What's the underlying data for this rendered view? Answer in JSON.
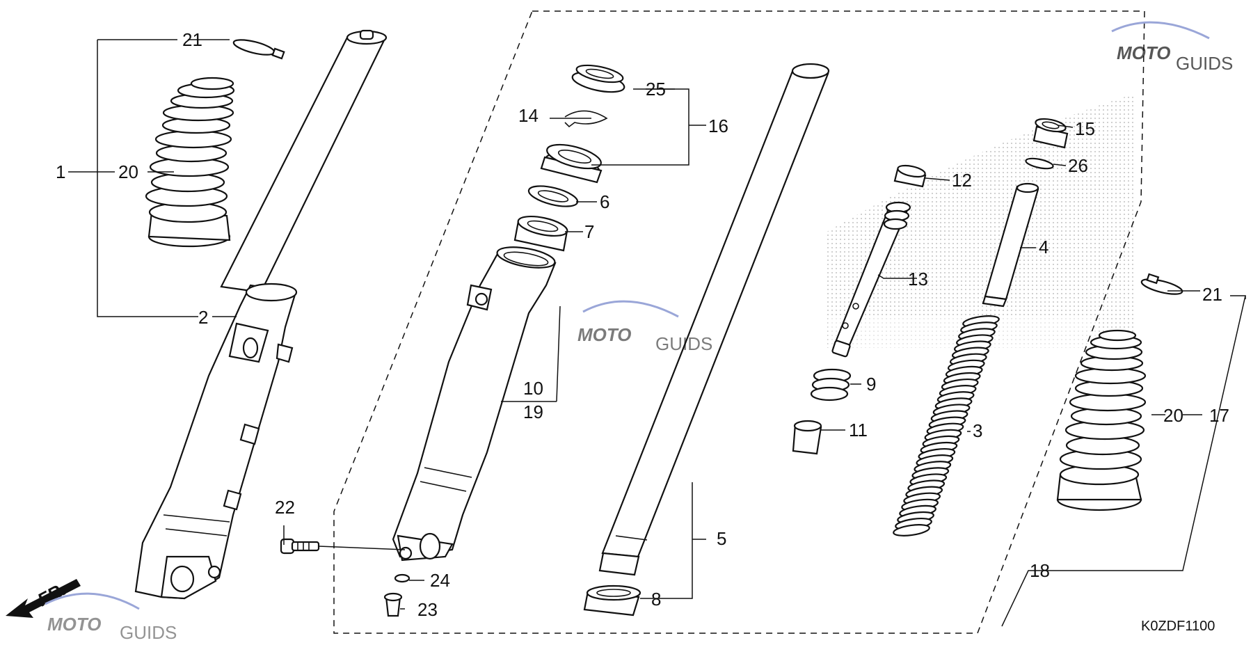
{
  "diagram": {
    "code": "K0ZDF1100",
    "front_indicator": "FR.",
    "callouts": [
      "1",
      "2",
      "3",
      "4",
      "5",
      "6",
      "7",
      "8",
      "9",
      "10",
      "11",
      "12",
      "13",
      "14",
      "15",
      "16",
      "17",
      "18",
      "19",
      "20",
      "21",
      "22",
      "23",
      "24",
      "25",
      "26"
    ],
    "watermark": {
      "brand": "MOTO",
      "sub": "GUIDS"
    }
  }
}
